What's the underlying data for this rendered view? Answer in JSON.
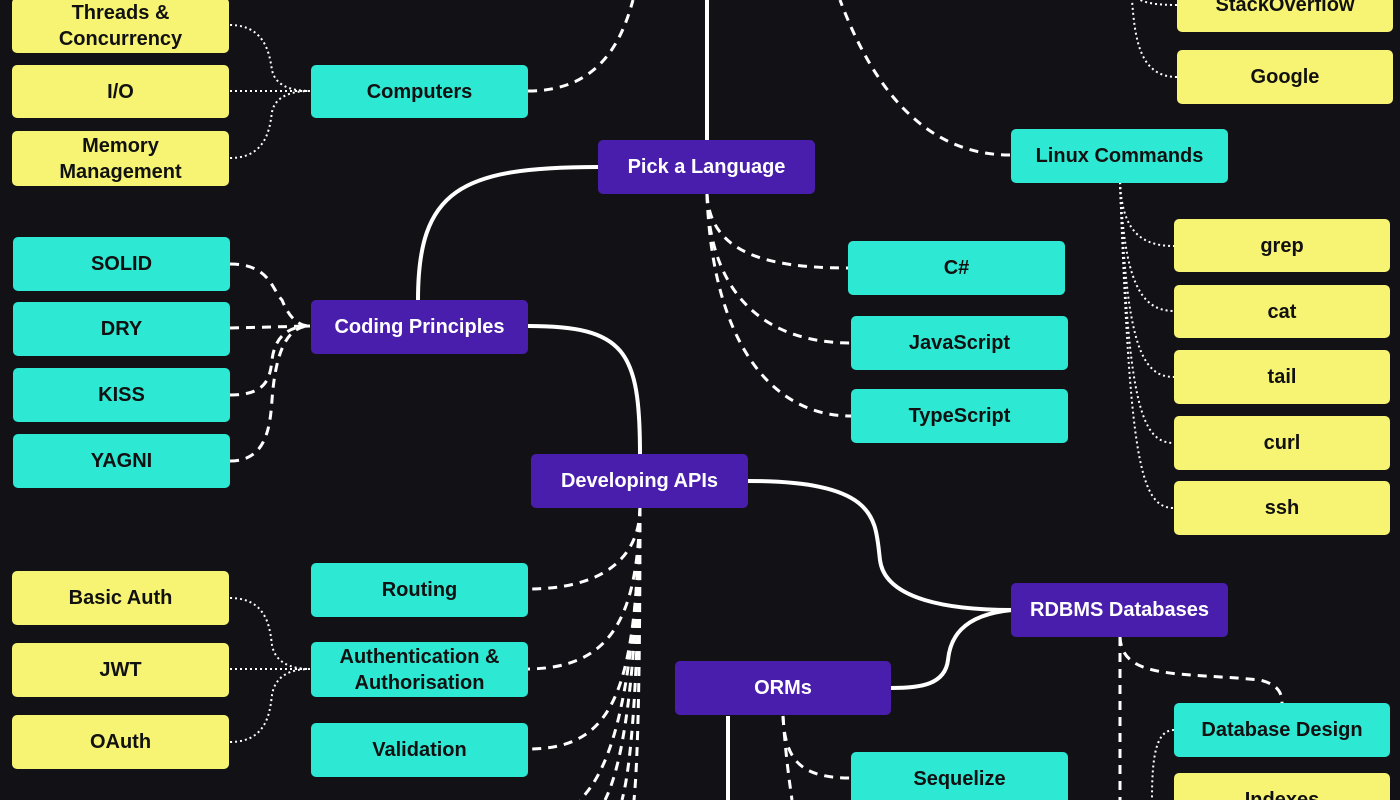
{
  "colors": {
    "background": "#121116",
    "primary_topic": "#4a1ead",
    "secondary_topic": "#2de8d3",
    "leaf_topic": "#f7f474",
    "connector": "#ffffff"
  },
  "nodes": {
    "threads": "Threads &\nConcurrency",
    "io": "I/O",
    "memory": "Memory\nManagement",
    "computers": "Computers",
    "stackoverflow": "StackOverflow",
    "google": "Google",
    "linux_commands": "Linux Commands",
    "pick_language": "Pick a Language",
    "csharp": "C#",
    "javascript": "JavaScript",
    "typescript": "TypeScript",
    "grep": "grep",
    "cat": "cat",
    "tail": "tail",
    "curl": "curl",
    "ssh": "ssh",
    "solid": "SOLID",
    "dry": "DRY",
    "kiss": "KISS",
    "yagni": "YAGNI",
    "coding_principles": "Coding Principles",
    "developing_apis": "Developing APIs",
    "basic_auth": "Basic Auth",
    "jwt": "JWT",
    "oauth": "OAuth",
    "routing": "Routing",
    "auth": "Authentication &\nAuthorisation",
    "validation": "Validation",
    "rdbms": "RDBMS Databases",
    "orms": "ORMs",
    "database_design": "Database Design",
    "sequelize": "Sequelize",
    "indexes": "Indexes"
  }
}
